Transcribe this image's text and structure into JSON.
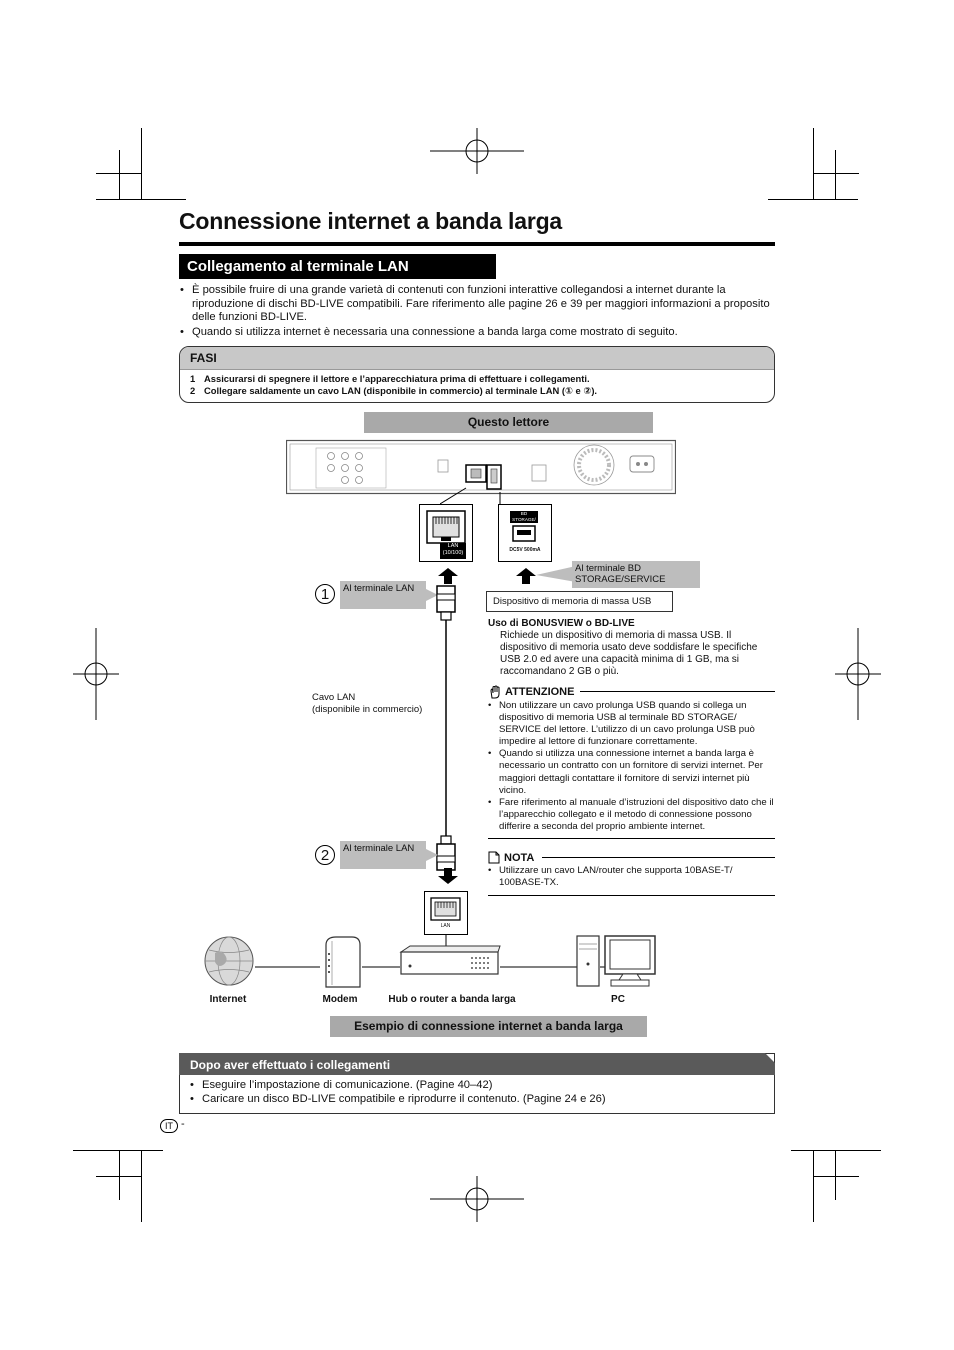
{
  "page": {
    "title": "Connessione internet a banda larga",
    "section_title": "Collegamento al terminale LAN",
    "intro_bullets": [
      "È possibile fruire di una grande varietà di contenuti con funzioni interattive collegandosi a internet durante la riproduzione di dischi BD-LIVE compatibili. Fare riferimento alle pagine 26 e 39 per maggiori informazioni a proposito delle funzioni BD-LIVE.",
      "Quando si utilizza internet è necessaria una connessione a banda larga come mostrato di seguito."
    ],
    "page_lang_badge": "IT",
    "page_number_dash": "-"
  },
  "fasi": {
    "heading": "FASI",
    "step1_num": "1",
    "step1": "Assicurarsi di spegnere il lettore e l’apparecchiatura prima di effettuare i collegamenti.",
    "step2_num": "2",
    "step2": "Collegare saldamente un cavo LAN (disponibile in commercio) al terminale LAN (① e ②)."
  },
  "diagram": {
    "player_label": "Questo lettore",
    "lan_port_label": "LAN",
    "lan_port_sub": "(10/100)",
    "usb_port_label": "BD STORAGE/ SERVICE",
    "usb_port_rating": "DC5V 500mA",
    "callout_bd": "Al terminale BD STORAGE/SERVICE",
    "usb_device": "Dispositivo di memoria di massa USB",
    "callout_lan_1": "Al terminale LAN",
    "callout_lan_2": "Al terminale LAN",
    "marker_1": "1",
    "marker_2": "2",
    "cable_label": "Cavo LAN",
    "cable_sub": "(disponibile in commercio)",
    "router_lan_label": "LAN",
    "internet_label": "Internet",
    "modem_label": "Modem",
    "hub_label": "Hub o router a banda larga",
    "pc_label": "PC",
    "example_label": "Esempio di connessione internet a banda larga"
  },
  "bonus": {
    "heading": "Uso di BONUSVIEW o BD-LIVE",
    "text": "Richiede un dispositivo di memoria di massa USB. Il dispositivo di memoria usato deve soddisfare le specifiche USB 2.0 ed avere una capacità minima di 1 GB, ma si raccomandano 2 GB o più."
  },
  "attention": {
    "heading": "ATTENZIONE",
    "items": [
      "Non utilizzare un cavo prolunga USB quando si collega un dispositivo di memoria USB al terminale BD STORAGE/ SERVICE del lettore. L’utilizzo di un cavo prolunga USB può impedire al lettore di funzionare correttamente.",
      "Quando si utilizza una connessione internet a banda larga è necessario un contratto con un fornitore di servizi internet. Per maggiori dettagli contattare il fornitore di servizi internet più vicino.",
      "Fare riferimento al manuale d’istruzioni del dispositivo dato che il l’apparecchio collegato e il metodo di connessione possono differire a seconda del proprio ambiente internet."
    ]
  },
  "nota": {
    "heading": "NOTA",
    "items": [
      "Utilizzare un cavo LAN/router che supporta 10BASE-T/ 100BASE-TX."
    ]
  },
  "after": {
    "heading": "Dopo aver effettuato i collegamenti",
    "items": [
      "Eseguire l’impostazione di comunicazione. (Pagine 40–42)",
      "Caricare un disco BD-LIVE compatibile e riprodurre il contenuto. (Pagine 24 e 26)"
    ]
  }
}
